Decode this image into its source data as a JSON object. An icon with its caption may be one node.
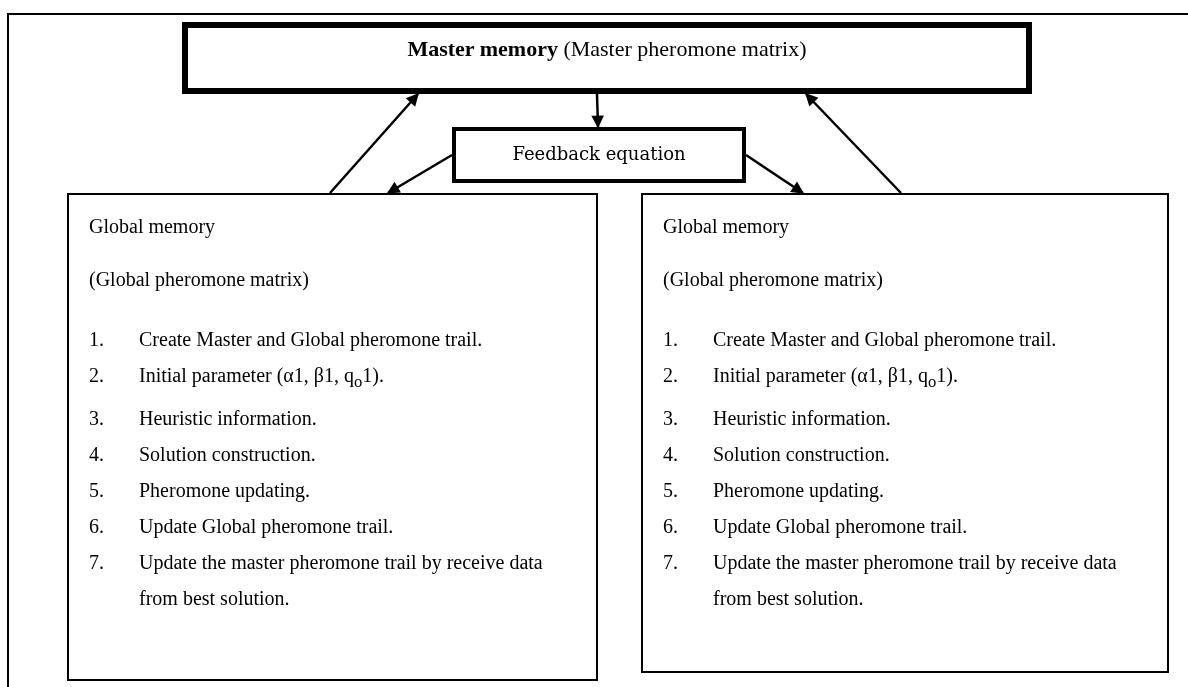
{
  "diagram": {
    "nodes": [
      {
        "text": [
          "**Master memory** (Master pheromone matrix)"
        ]
      },
      {
        "text": [
          "Feedback equation"
        ]
      },
      {
        "text": [
          "Global memory",
          "(Global pheromone matrix)",
          "1. Create Master and Global pheromone trail.",
          "2. Initial parameter (α1, β1, q$_{o}$1).",
          "3. Heuristic information.",
          "4. Solution construction.",
          "5. Pheromone updating.",
          "6. Update Global pheromone trail.",
          "7. Update the master pheromone trail by receive data from best solution."
        ]
      },
      {
        "text": [
          "Global memory",
          "(Global pheromone matrix)",
          "1. Create Master and Global pheromone trail.",
          "2. Initial parameter (α1, β1, q$_{o}$1).",
          "3. Heuristic information.",
          "4. Solution construction.",
          "5. Pheromone updating.",
          "6. Update Global pheromone trail.",
          "7. Update the master pheromone trail by receive data from best solution."
        ]
      }
    ],
    "edges": [
      {
        "from": 2,
        "to": 0,
        "arrow": "to"
      },
      {
        "from": 0,
        "to": 1,
        "arrow": "to"
      },
      {
        "from": 1,
        "to": 2,
        "arrow": "to"
      },
      {
        "from": 1,
        "to": 3,
        "arrow": "to"
      },
      {
        "from": 3,
        "to": 0,
        "arrow": "to"
      }
    ]
  }
}
